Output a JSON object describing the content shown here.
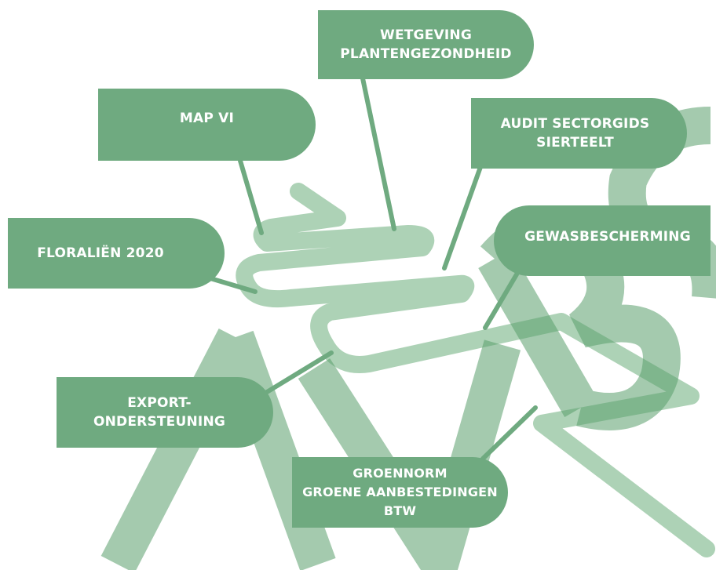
{
  "colors": {
    "box_fill": "#6faa80",
    "line": "#6faa80",
    "road": "#a9d0b2",
    "watermark": "#5a9e6b"
  },
  "watermark": {
    "text": "AVBS"
  },
  "topics": [
    {
      "id": "wetgeving",
      "lines": [
        "WETGEVING",
        "PLANTENGEZONDHEID"
      ]
    },
    {
      "id": "map-vi",
      "lines": [
        "MAP VI"
      ]
    },
    {
      "id": "audit",
      "lines": [
        "AUDIT SECTORGIDS",
        "SIERTEELT"
      ]
    },
    {
      "id": "floralien",
      "lines": [
        "FLORALIËN 2020"
      ]
    },
    {
      "id": "gewasbescherming",
      "lines": [
        "GEWASBESCHERMING"
      ]
    },
    {
      "id": "export",
      "lines": [
        "EXPORT-",
        "ONDERSTEUNING"
      ]
    },
    {
      "id": "groennorm",
      "lines": [
        "GROENNORM",
        "GROENE AANBESTEDINGEN",
        "BTW"
      ]
    }
  ]
}
